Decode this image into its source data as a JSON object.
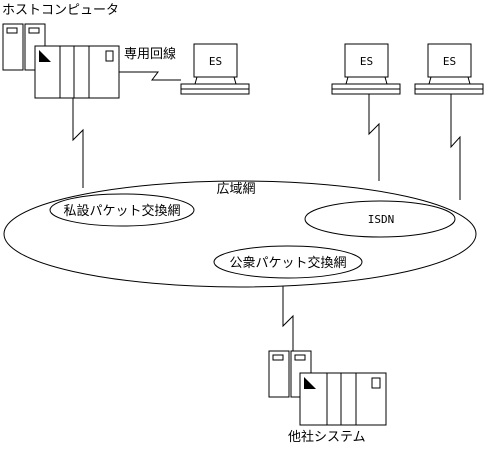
{
  "labels": {
    "host_computer": "ホストコンピュータ",
    "leased_line": "専用回線",
    "wide_area_network": "広域網",
    "private_packet_network": "私設パケット交換網",
    "isdn": "ISDN",
    "public_packet_network": "公衆パケット交換網",
    "other_company_system": "他社システム"
  },
  "terminals": [
    {
      "label": "ES"
    },
    {
      "label": "ES"
    },
    {
      "label": "ES"
    }
  ]
}
